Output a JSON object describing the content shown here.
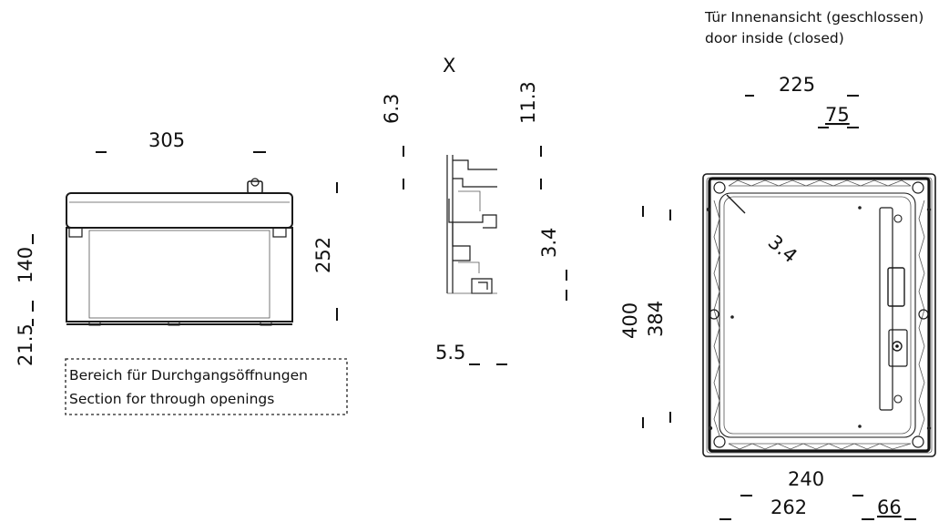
{
  "view_labels": {
    "door_view_de": "Tür Innenansicht (geschlossen)",
    "door_view_en": "door inside (closed)",
    "detail_marker": "X"
  },
  "section_box": {
    "line_de": "Bereich für Durchgangsöffnungen",
    "line_en": "Section for through openings"
  },
  "dimensions": {
    "front_width": "305",
    "front_upper_height": "140",
    "front_lower_height": "21.5",
    "front_total_height": "252",
    "detail_top_left": "6.3",
    "detail_top_right": "11.3",
    "detail_right": "3.4",
    "detail_bottom": "5.5",
    "door_top_width": "225",
    "door_top_offset": "75",
    "door_corner": "3.4",
    "door_outer_height": "400",
    "door_inner_height": "384",
    "door_bottom_inner_width": "240",
    "door_bottom_outer_width": "262",
    "door_bottom_offset": "66"
  }
}
